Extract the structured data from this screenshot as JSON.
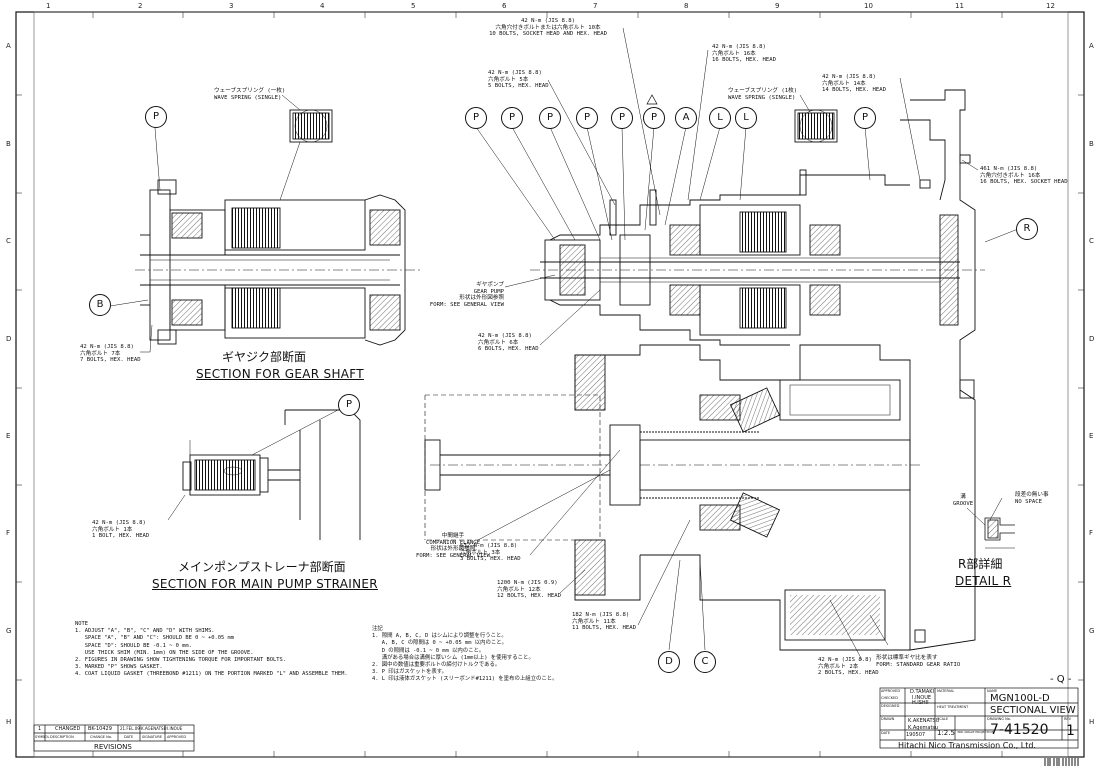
{
  "grid": {
    "columns": [
      "1",
      "2",
      "3",
      "4",
      "5",
      "6",
      "7",
      "8",
      "9",
      "10",
      "11",
      "12"
    ],
    "rows": [
      "A",
      "B",
      "C",
      "D",
      "E",
      "F",
      "G",
      "H"
    ]
  },
  "sections": {
    "gear_shaft_jp": "ギヤジク部断面",
    "gear_shaft_en": "SECTION FOR GEAR SHAFT",
    "strainer_jp": "メインポンプストレーナ部断面",
    "strainer_en": "SECTION FOR MAIN PUMP STRAINER",
    "detail_jp": "R部詳細",
    "detail_en": "DETAIL R"
  },
  "callouts": {
    "c1": [
      "42 N-m (JIS 8.8)",
      "六角穴付きボルトまたは六角ボルト 10本",
      "10 BOLTS, SOCKET HEAD AND HEX. HEAD"
    ],
    "c2": [
      "42 N-m (JIS 8.8)",
      "六角ボルト 16本",
      "16 BOLTS, HEX. HEAD"
    ],
    "c3": [
      "42 N-m (JIS 8.8)",
      "六角ボルト 5本",
      "5 BOLTS, HEX. HEAD"
    ],
    "c4": [
      "ウェーブスプリング (1枚)",
      "WAVE SPRING (SINGLE)"
    ],
    "c5": [
      "42 N-m (JIS 8.8)",
      "六角ボルト 14本",
      "14 BOLTS, HEX. HEAD"
    ],
    "c6": [
      "461 N-m (JIS 8.8)",
      "六角穴付きボルト 16本",
      "16 BOLTS, HEX. SOCKET HEAD"
    ],
    "c7": [
      "ウェーブスプリング (一枚)",
      "WAVE SPRING (SINGLE)"
    ],
    "c8": [
      "ギヤポンプ",
      "GEAR PUMP",
      "形状は外形図参照",
      "FORM: SEE GENERAL VIEW"
    ],
    "c9": [
      "42 N-m (JIS 8.8)",
      "六角ボルト 6本",
      "6 BOLTS, HEX. HEAD"
    ],
    "c10": [
      "42 N-m (JIS 8.8)",
      "六角ボルト 7本",
      "7 BOLTS, HEX. HEAD"
    ],
    "c11": [
      "42 N-m (JIS 8.8)",
      "六角ボルト 1本",
      "1 BOLT, HEX. HEAD"
    ],
    "c12": [
      "中間継手",
      "COMPANION FLANGE",
      "形状は外形図参照",
      "FORM: SEE GENERAL VIEW"
    ],
    "c13": [
      "632 N-m (JIS 8.8)",
      "六角ボルト 3本",
      "3 BOLTS, HEX. HEAD"
    ],
    "c14": [
      "1200 N-m (JIS 0.9)",
      "六角ボルト 12本",
      "12 BOLTS, HEX. HEAD"
    ],
    "c15": [
      "182 N-m (JIS 8.8)",
      "六角ボルト 11本",
      "11 BOLTS, HEX. HEAD"
    ],
    "c16": [
      "42 N-m (JIS 8.8)",
      "六角ボルト 2本",
      "2 BOLTS, HEX. HEAD"
    ],
    "c17": [
      "形状は標準ギヤ比を表す",
      "FORM: STANDARD GEAR RATIO"
    ],
    "c18": [
      "溝",
      "GROOVE"
    ],
    "c19": [
      "段差の無い事",
      "NO SPACE"
    ]
  },
  "markers": {
    "top": [
      "P",
      "P",
      "P",
      "P",
      "P",
      "P",
      "A",
      "L",
      "L",
      "P"
    ],
    "gear_p": "P",
    "gear_b": "B",
    "strainer_p": "P",
    "r": "R",
    "d": "D",
    "c": "C"
  },
  "notes_en": {
    "title": "NOTE",
    "lines": [
      "1. ADJUST \"A\", \"B\", \"C\" AND \"D\" WITH SHIMS.",
      "   SPACE \"A\", \"B\" AND \"C\": SHOULD BE 0 ~ +0.05 mm",
      "   SPACE \"D\": SHOULD BE -0.1 ~ 0 mm.",
      "   USE THICK SHIM (MIN. 1mm) ON THE SIDE OF THE GROOVE.",
      "2. FIGURES IN DRAWING SHOW TIGHTENING TORQUE FOR IMPORTANT BOLTS.",
      "3. MARKED \"P\" SHOWS GASKET.",
      "4. COAT LIQUID GASKET (THREEBOND #1211) ON THE PORTION MARKED \"L\" AND ASSEMBLE THEM."
    ]
  },
  "notes_jp": {
    "title": "注記",
    "lines": [
      "1. 隙間 A, B, C, D はシムにより調整を行うこと。",
      "   A, B, C の隙間は 0 ~ +0.05 mm 以内のこと。",
      "   D の隙間は -0.1 ~ 0 mm 以内のこと。",
      "   溝がある場合は溝側に厚いシム (1mm以上) を使用すること。",
      "2. 図中の数値は重要ボルトの締付けトルクである。",
      "3. P 印はガスケットを表す。",
      "4. L 印は液体ガスケット (スリーボンド#1211) を塗布の上組立のこと。"
    ]
  },
  "revisions": {
    "row": [
      "1",
      "CHANGED",
      "BK-10429",
      "21.FEL.09",
      "K.AGENATSU",
      "I.INOUE"
    ],
    "headers": [
      "SYMBOL",
      "DESCRIPTION",
      "CHANGE No.",
      "DATE",
      "SIGNATURE",
      "APPROVED"
    ],
    "title": "REVISIONS"
  },
  "title_block": {
    "sheet_tag": "- Q -",
    "model": "MGN100L-D",
    "title": "SECTIONAL VIEW",
    "drawing_no": "7-41520",
    "sheet": "1",
    "scale": "1:2.5",
    "date": "190507",
    "names": [
      "D.TAMAKI",
      "I.INOUE",
      "H.ISHII",
      "K.AKENATSU",
      "K.Agematsu"
    ],
    "labels": [
      "APPROVED",
      "CHECKED",
      "DESIGNED",
      "DRAWN",
      "DATE",
      "MATERIAL",
      "HEAT TREATMENT",
      "SCALE",
      "3RD ANGLE PROJECTION",
      "NAME",
      "DRAWING No.",
      "REV"
    ],
    "company": "Hitachi Nico Transmission Co., Ltd."
  }
}
